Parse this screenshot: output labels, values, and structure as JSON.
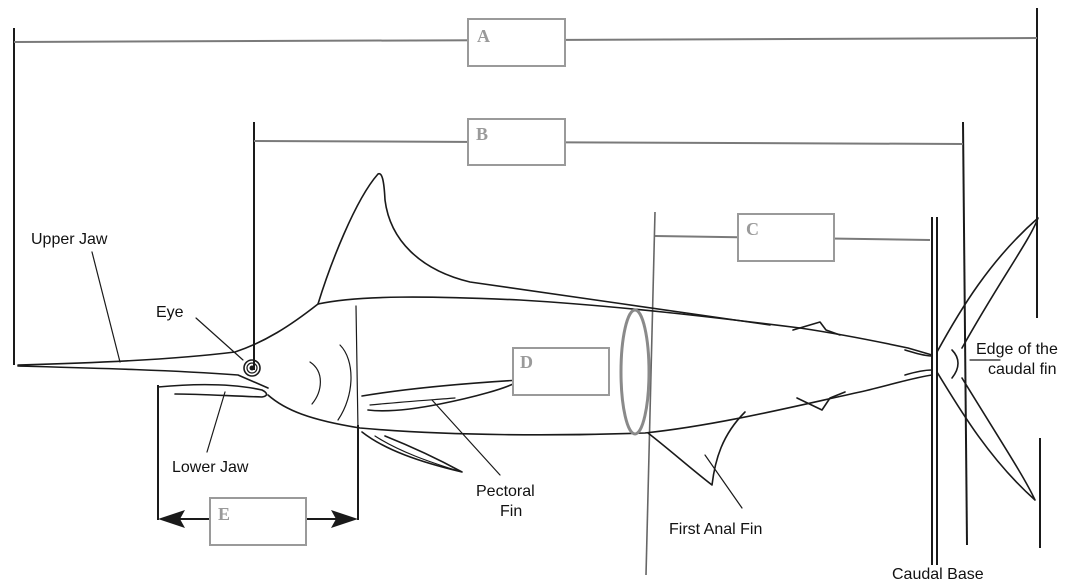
{
  "labels": {
    "upper_jaw": "Upper Jaw",
    "eye": "Eye",
    "lower_jaw": "Lower Jaw",
    "pectoral_fin_line1": "Pectoral",
    "pectoral_fin_line2": "Fin",
    "first_anal_fin": "First Anal Fin",
    "edge_caudal_line1": "Edge of the",
    "edge_caudal_line2": "caudal fin",
    "caudal_base": "Caudal Base"
  },
  "measurements": {
    "A": "A",
    "B": "B",
    "C": "C",
    "D": "D",
    "E": "E"
  },
  "colors": {
    "line": "#1a1a1a",
    "measure_line": "#7a7a7a",
    "box_border": "#9a9a9a"
  }
}
